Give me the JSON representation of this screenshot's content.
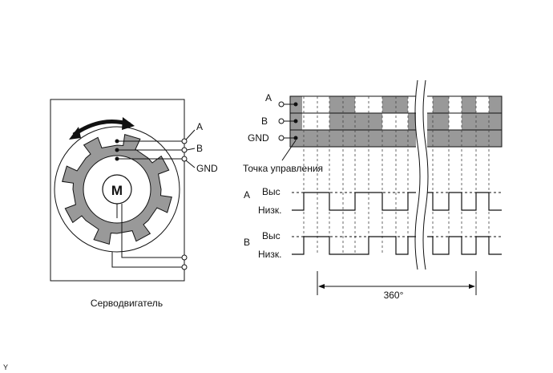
{
  "servo": {
    "caption": "Серводвигатель",
    "motor_label": "M",
    "terminals": [
      "A",
      "B",
      "GND"
    ]
  },
  "encoder": {
    "terminals": [
      "A",
      "B",
      "GND"
    ],
    "contact_point_label": "Точка управления"
  },
  "signals": {
    "channel_a": {
      "name": "A",
      "high_label": "Выс",
      "low_label": "Низк."
    },
    "channel_b": {
      "name": "B",
      "high_label": "Выс",
      "low_label": "Низк."
    }
  },
  "rotation_label": "360°",
  "corner_mark": "Y",
  "colors": {
    "fill_gray": "#999999",
    "stroke": "#111111"
  }
}
